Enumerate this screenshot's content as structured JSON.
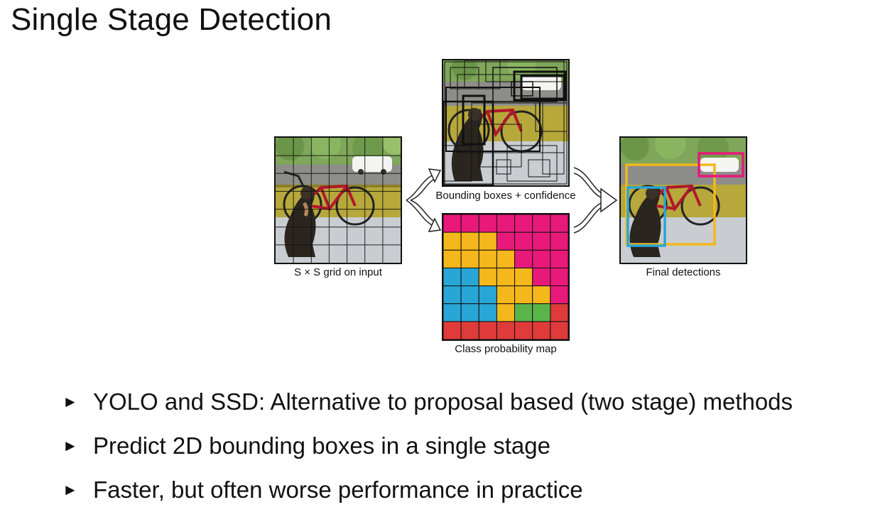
{
  "slide": {
    "title": "Single Stage Detection"
  },
  "figure": {
    "input_caption": "S × S grid on input",
    "boxes_caption": "Bounding boxes + confidence",
    "classmap_caption": "Class probability map",
    "final_caption": "Final detections",
    "colors": {
      "car": "#e8197a",
      "bicycle": "#f4b71c",
      "dog": "#28a6d6",
      "green": "#5ab54b",
      "red": "#de3b3a"
    },
    "class_grid": [
      [
        "car",
        "car",
        "car",
        "car",
        "car",
        "car",
        "car"
      ],
      [
        "bicycle",
        "bicycle",
        "bicycle",
        "car",
        "car",
        "car",
        "car"
      ],
      [
        "bicycle",
        "bicycle",
        "bicycle",
        "bicycle",
        "car",
        "car",
        "car"
      ],
      [
        "dog",
        "dog",
        "bicycle",
        "bicycle",
        "bicycle",
        "car",
        "car"
      ],
      [
        "dog",
        "dog",
        "dog",
        "bicycle",
        "bicycle",
        "bicycle",
        "car"
      ],
      [
        "dog",
        "dog",
        "dog",
        "bicycle",
        "green",
        "green",
        "red"
      ],
      [
        "red",
        "red",
        "red",
        "red",
        "red",
        "red",
        "red"
      ]
    ]
  },
  "bullets": {
    "marker": "►",
    "items": [
      "YOLO and SSD: Alternative to proposal based (two stage) methods",
      "Predict 2D bounding boxes in a single stage",
      "Faster, but often worse performance in practice"
    ]
  }
}
